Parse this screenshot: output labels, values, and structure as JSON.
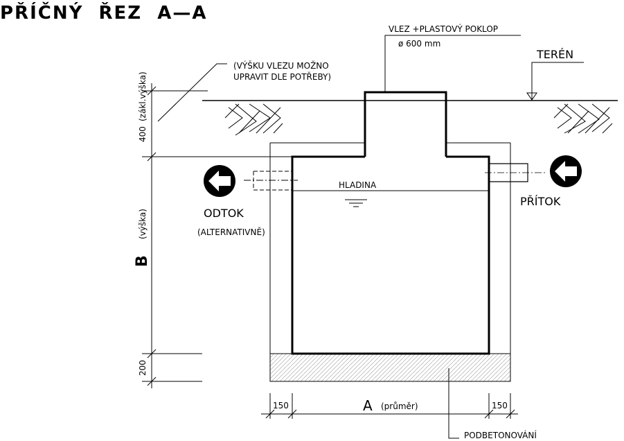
{
  "title": "PŘÍČNÝ  ŘEZ  A—A",
  "labels": {
    "manhole": "VLEZ +PLASTOVÝ POKLOP",
    "manhole_diameter": "ø 600 mm",
    "terrain": "TERÉN",
    "note_line1": "(VÝŠKU VLEZU MOŽNO",
    "note_line2": "UPRAVIT DLE POTŘEBY)",
    "water_level": "HLADINA",
    "outlet": "ODTOK",
    "outlet_note": "(ALTERNATIVNĚ)",
    "inlet": "PŘÍTOK",
    "concrete_base": "PODBETONOVÁNÍ"
  },
  "dimensions": {
    "top_height": "400",
    "top_height_note": "(zákl.výška)",
    "height_label": "B",
    "height_note": "(výška)",
    "base_height": "200",
    "wall_left": "150",
    "wall_right": "150",
    "diameter_label": "A",
    "diameter_note": "(průměr)"
  }
}
